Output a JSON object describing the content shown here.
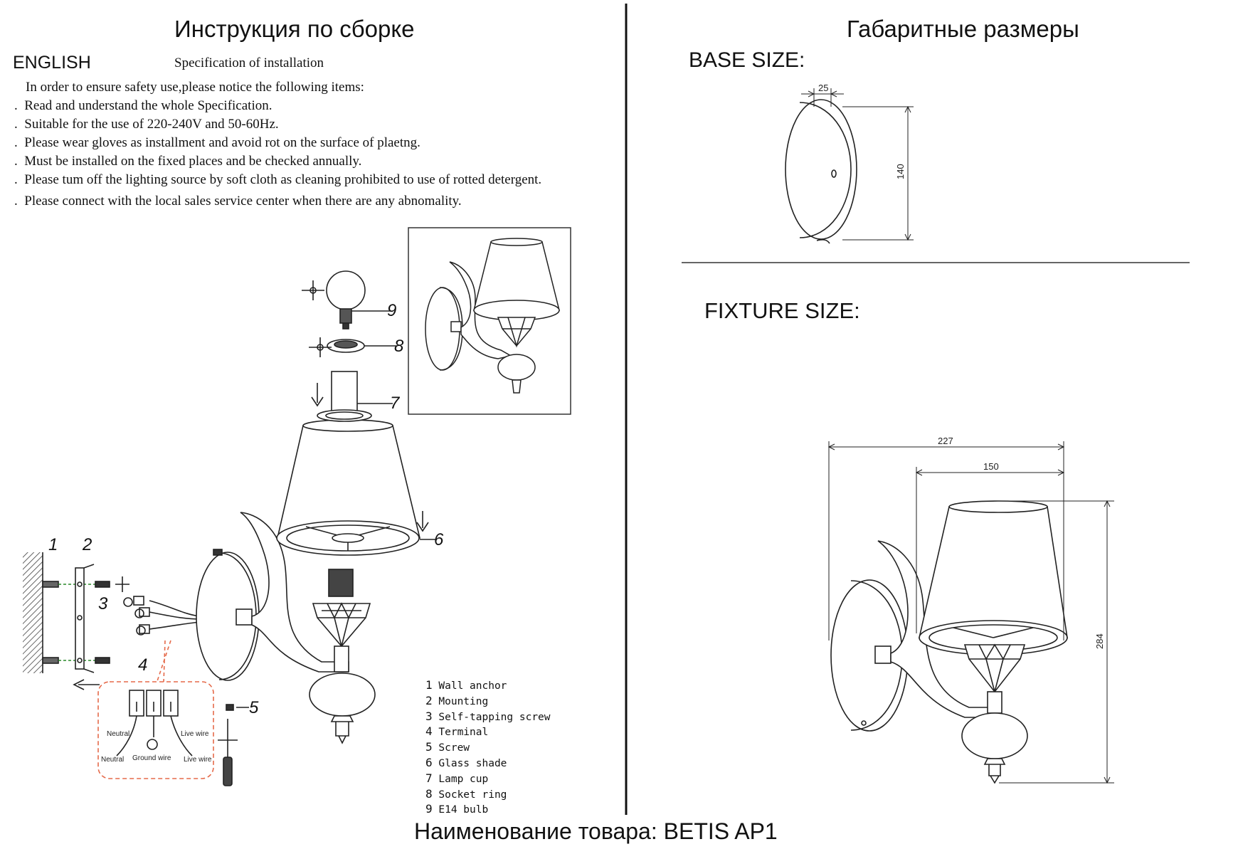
{
  "left_panel": {
    "title": "Инструкция по сборке",
    "language": "ENGLISH",
    "spec_title": "Specification of installation",
    "intro": "In order to ensure safety use,please notice the following items:",
    "items": [
      "Read and understand the whole Specification.",
      "Suitable for the use of 220-240V and 50-60Hz.",
      "Please wear gloves as installment and avoid rot on the surface of plaetng.",
      "Must be installed on the fixed places and be checked annually.",
      "Please tum off the lighting source by soft cloth as cleaning prohibited to use of rotted detergent.",
      "Please connect with the local sales service center when there are any abnomality."
    ],
    "callouts": [
      "1",
      "2",
      "3",
      "4",
      "5",
      "6",
      "7",
      "8",
      "9"
    ],
    "wiring_labels": {
      "neutral": "Neutral",
      "live": "Live wire",
      "ground": "Ground wire",
      "neutral2": "Neutral",
      "live2": "Live wire"
    },
    "legend": [
      {
        "num": "1",
        "label": "Wall anchor"
      },
      {
        "num": "2",
        "label": "Mounting"
      },
      {
        "num": "3",
        "label": "Self-tapping screw"
      },
      {
        "num": "4",
        "label": "Terminal"
      },
      {
        "num": "5",
        "label": "Screw"
      },
      {
        "num": "6",
        "label": "Glass shade"
      },
      {
        "num": "7",
        "label": "Lamp cup"
      },
      {
        "num": "8",
        "label": "Socket ring"
      },
      {
        "num": "9",
        "label": "E14 bulb"
      }
    ]
  },
  "right_panel": {
    "title": "Габаритные размеры",
    "base_label": "BASE SIZE:",
    "base_depth": "25",
    "base_height": "140",
    "fixture_label": "FIXTURE SIZE:",
    "fixture_width": "227",
    "shade_width": "150",
    "fixture_height": "284"
  },
  "footer": "Наименование товара: BETIS AP1"
}
